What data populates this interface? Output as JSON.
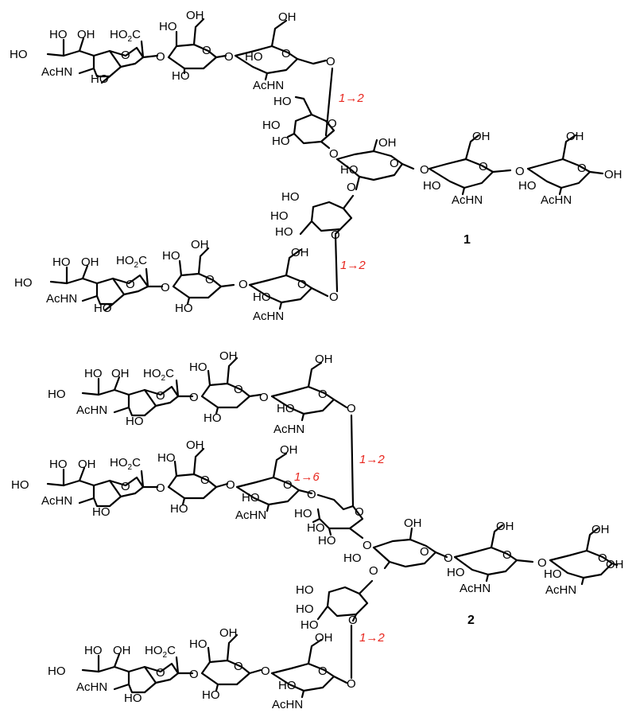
{
  "atom_labels": {
    "oh": "HO",
    "ho_right": "OH",
    "co2h_prefix": "HO",
    "co2h_sub": "2",
    "co2h_suffix": "C",
    "acnh_left": "AcHN",
    "acnh": "AcHN",
    "o": "O"
  },
  "linkages": {
    "l12": "1→2",
    "l16": "1→6"
  },
  "compounds": {
    "c1": "1",
    "c2": "2"
  },
  "colors": {
    "linkage": "#e8271f",
    "structure": "#000000"
  }
}
